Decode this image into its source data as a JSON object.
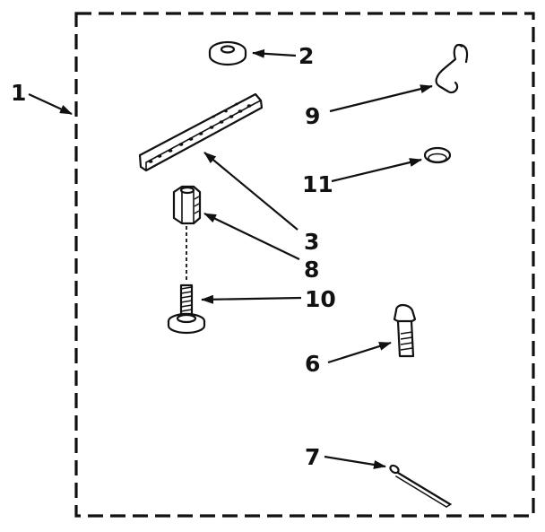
{
  "diagram": {
    "callouts": {
      "kit": "1",
      "washer": "2",
      "strap": "3",
      "carriage_bolt": "6",
      "cotter_pin": "7",
      "coupling_nut": "8",
      "hook": "9",
      "leveling_screw": "10",
      "ring": "11"
    },
    "colors": {
      "ink": "#111111",
      "paper": "#ffffff"
    }
  }
}
